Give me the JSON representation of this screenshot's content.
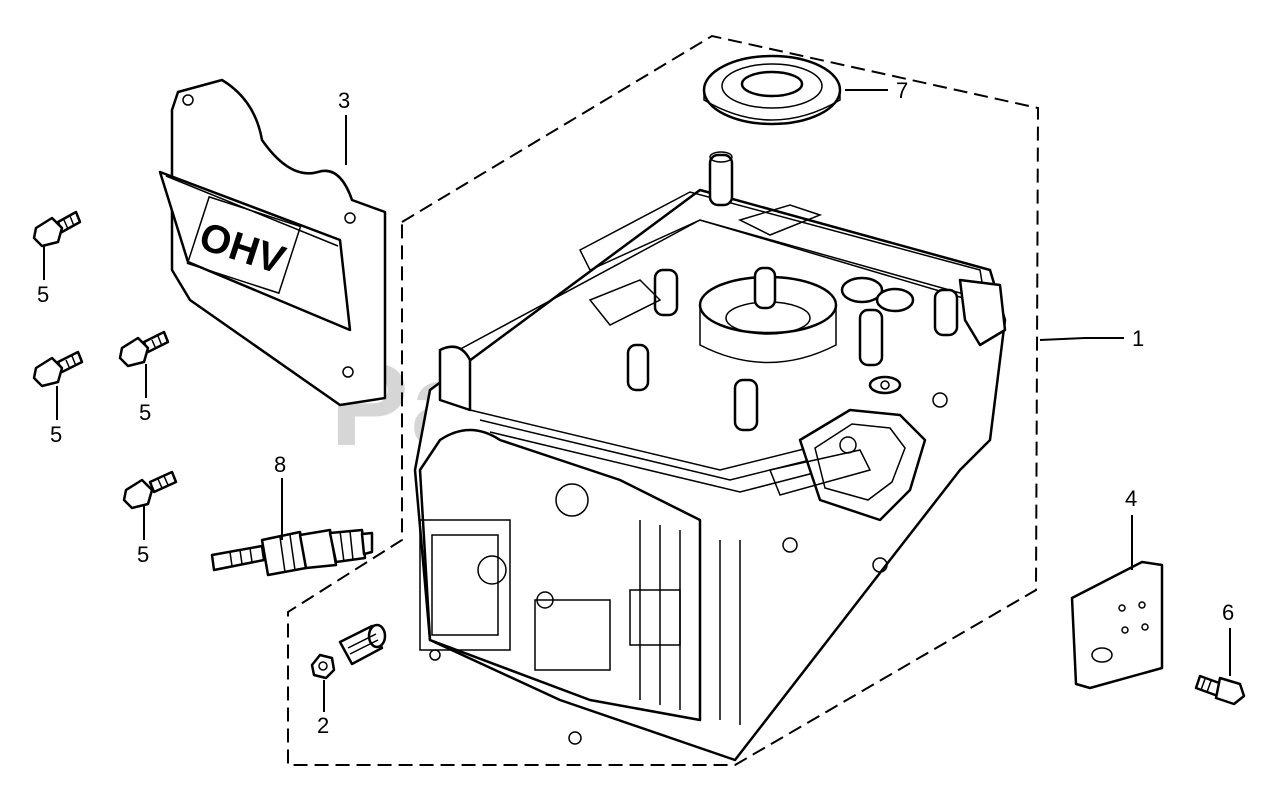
{
  "diagram": {
    "watermark": "PartsTree",
    "callouts": {
      "p1": "1",
      "p2": "2",
      "p3": "3",
      "p4": "4",
      "p5a": "5",
      "p5b": "5",
      "p5c": "5",
      "p5d": "5",
      "p6": "6",
      "p7": "7",
      "p8": "8"
    },
    "cover_emboss": "OHV"
  }
}
